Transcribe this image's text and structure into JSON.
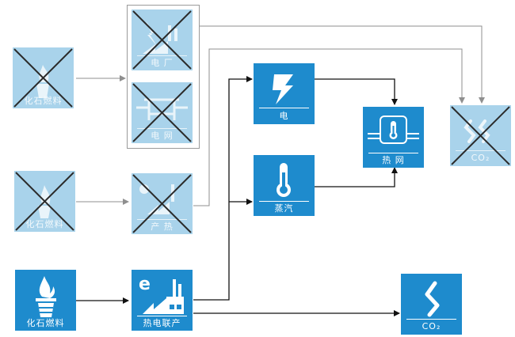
{
  "nodes": {
    "fossil_fuel_top": {
      "label": "化石燃料",
      "icon": "fossil-fuel-icon",
      "crossed": true
    },
    "power_plant": {
      "label": "电 厂",
      "icon": "power-plant-icon",
      "crossed": true
    },
    "power_grid": {
      "label": "电 网",
      "icon": "power-grid-icon",
      "crossed": true
    },
    "fossil_fuel_mid": {
      "label": "化石燃料",
      "icon": "fossil-fuel-icon",
      "crossed": true
    },
    "heat_production": {
      "label": "产 热",
      "icon": "heat-production-icon",
      "crossed": true
    },
    "fossil_fuel_bottom": {
      "label": "化石燃料",
      "icon": "fossil-fuel-icon",
      "crossed": false
    },
    "chp": {
      "label": "热电联产",
      "icon": "chp-plant-icon",
      "crossed": false
    },
    "electricity": {
      "label": "电",
      "icon": "lightning-icon",
      "crossed": false
    },
    "steam": {
      "label": "蒸汽",
      "icon": "thermometer-icon",
      "crossed": false
    },
    "heat_network": {
      "label": "热 网",
      "icon": "heat-network-icon",
      "crossed": false
    },
    "co2_top": {
      "label": "CO₂",
      "icon": "co2-icon",
      "crossed": true
    },
    "co2_bottom": {
      "label": "CO₂",
      "icon": "co2-icon",
      "crossed": false
    }
  },
  "colors": {
    "active_fill": "#1e8bcd",
    "inactive_fill": "#a9d3eb",
    "cross": "#2b2b2b",
    "active_arrow": "#111111",
    "inactive_arrow": "#8f8f8f"
  }
}
